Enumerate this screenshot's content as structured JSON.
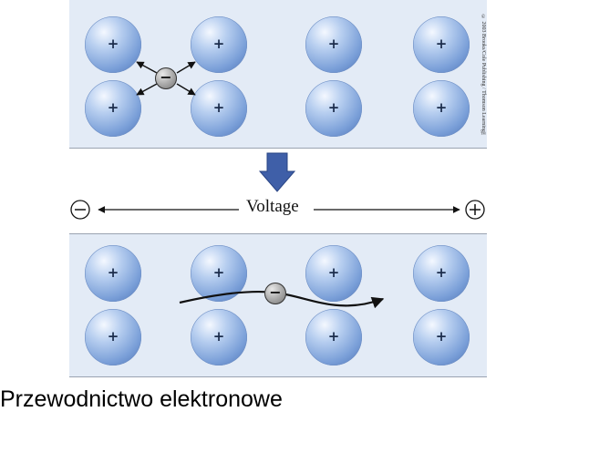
{
  "ion_symbol": "+",
  "electron_symbol": "−",
  "copyright": "© 2003 Brooks/Cole Publishing / Thomson Learning™",
  "voltage": {
    "label": "Voltage",
    "negative_symbol": "−",
    "positive_symbol": "+"
  },
  "caption": "Przewodnictwo elektronowe",
  "colors": {
    "panel": "#e3ebf6",
    "ion": "#7a9fd8",
    "down_arrow": "#3f5fa8",
    "electron": "#a9a9a9"
  },
  "icons": [
    "down-arrow-icon",
    "electron-path-arrow-icon",
    "negative-terminal-icon",
    "positive-terminal-icon"
  ]
}
